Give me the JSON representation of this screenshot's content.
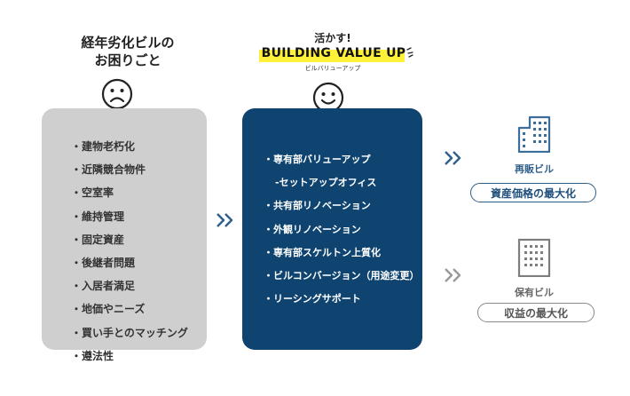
{
  "left": {
    "title_line1": "経年劣化ビルの",
    "title_line2": "お困りごと",
    "items": [
      "・建物老朽化",
      "・近隣競合物件",
      "・空室率",
      "・維持管理",
      "・固定資産",
      "・後継者問題",
      "・入居者満足",
      "・地価やニーズ",
      "・買い手とのマッチング",
      "・遵法性"
    ]
  },
  "middle": {
    "subtitle": "活かす!",
    "headline": "BUILDING VALUE UP",
    "headline_kana": "ビルバリューアップ",
    "items": [
      "・専有部バリューアップ",
      "-セットアップオフィス",
      "・共有部リノベーション",
      "・外観リノベーション",
      "・専有部スケルトン上質化",
      "・ビルコンバージョン（用途変更）",
      "・リーシングサポート"
    ]
  },
  "right": {
    "top_label": "再販ビル",
    "top_pill": "資産価格の最大化",
    "bottom_label": "保有ビル",
    "bottom_pill": "収益の最大化"
  },
  "colors": {
    "navy": "#0f4470",
    "gray_box": "#cfcfcf",
    "highlight_yellow": "#fff03a",
    "building_blue": "#3d6d99",
    "building_gray": "#7d7d7d",
    "chevron_blue": "#2f5f8d",
    "chevron_gray": "#9a9a9a"
  },
  "icons": [
    "sad-face-icon",
    "smile-face-icon",
    "sparkle-icon",
    "double-chevron-right-icon",
    "building-icon"
  ]
}
